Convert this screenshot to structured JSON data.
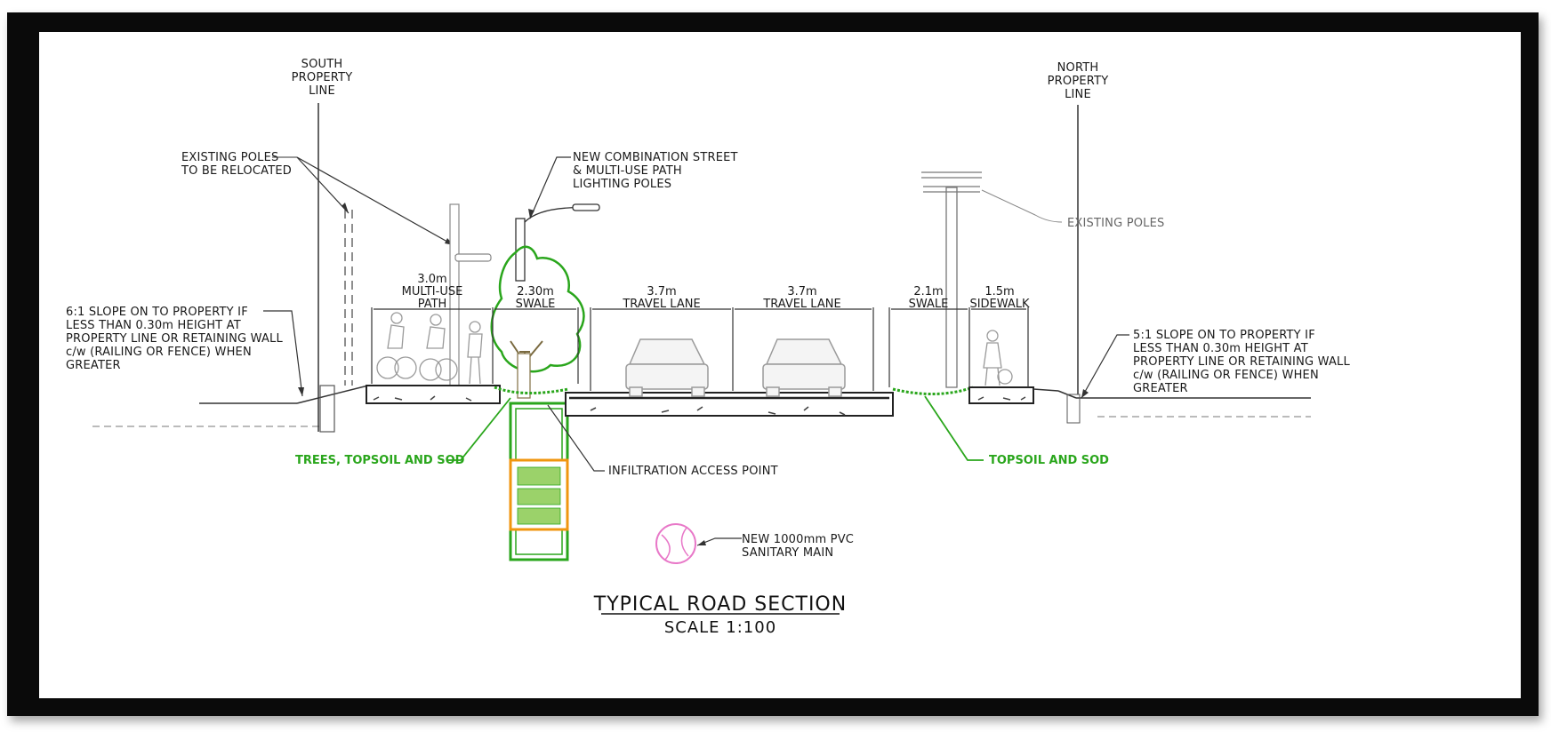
{
  "labels": {
    "south_property": [
      "SOUTH",
      "PROPERTY",
      "LINE"
    ],
    "north_property": [
      "NORTH",
      "PROPERTY",
      "LINE"
    ],
    "existing_poles_relocated": [
      "EXISTING POLES",
      "TO BE RELOCATED"
    ],
    "new_lighting_poles": [
      "NEW COMBINATION STREET",
      "& MULTI-USE PATH",
      "LIGHTING POLES"
    ],
    "existing_poles": "EXISTING POLES",
    "left_slope_note": [
      "6:1 SLOPE ON TO PROPERTY IF",
      "LESS THAN 0.30m HEIGHT AT",
      "PROPERTY LINE OR RETAINING WALL",
      "c/w (RAILING OR FENCE) WHEN",
      "GREATER"
    ],
    "right_slope_note": [
      "5:1 SLOPE ON TO PROPERTY IF",
      "LESS THAN 0.30m HEIGHT AT",
      "PROPERTY LINE OR RETAINING WALL",
      "c/w (RAILING OR FENCE) WHEN",
      "GREATER"
    ],
    "trees_topsoil_sod": "TREES, TOPSOIL AND SOD",
    "topsoil_sod": "TOPSOIL AND SOD",
    "infiltration_access_point": "INFILTRATION ACCESS POINT",
    "sanitary_main": [
      "NEW 1000mm PVC",
      "SANITARY MAIN"
    ]
  },
  "dimensions": {
    "multi_use_path": [
      "3.0m",
      "MULTI-USE",
      "PATH"
    ],
    "swale_left": [
      "2.30m",
      "SWALE"
    ],
    "travel_lane_1": [
      "3.7m",
      "TRAVEL LANE"
    ],
    "travel_lane_2": [
      "3.7m",
      "TRAVEL LANE"
    ],
    "swale_right": [
      "2.1m",
      "SWALE"
    ],
    "sidewalk": [
      "1.5m",
      "SIDEWALK"
    ]
  },
  "title": {
    "main": "TYPICAL ROAD SECTION",
    "scale": "SCALE 1:100"
  },
  "colors": {
    "linework": "#333333",
    "landscape_green": "#2aa61c",
    "infiltration_orange": "#f0960f",
    "sanitary_pink": "#e878c8",
    "faded_gray": "#9a9a9a"
  }
}
